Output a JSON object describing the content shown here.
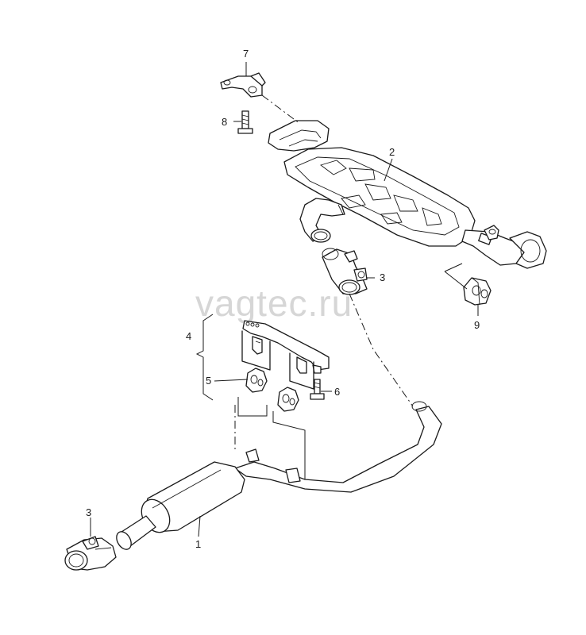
{
  "watermark": "vagtec.ru",
  "callouts": {
    "c1": "1",
    "c2": "2",
    "c3a": "3",
    "c3b": "3",
    "c4": "4",
    "c5": "5",
    "c6": "6",
    "c7": "7",
    "c8": "8",
    "c9": "9"
  }
}
